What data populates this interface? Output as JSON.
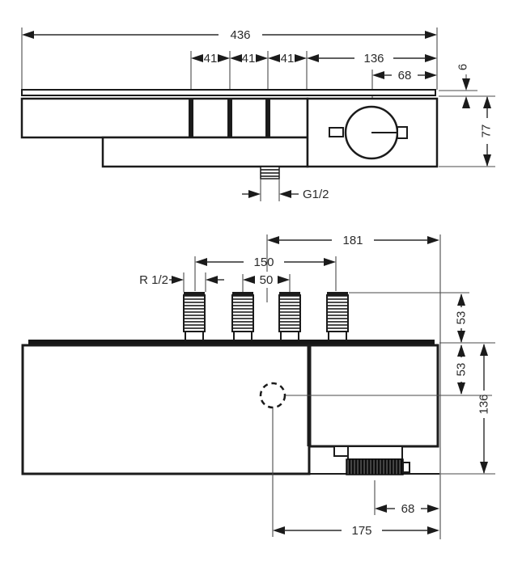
{
  "colors": {
    "ink": "#1b1b1b"
  },
  "top_view": {
    "dims": {
      "overall_width": "436",
      "spacing_a": "41",
      "spacing_b": "41",
      "spacing_c": "41",
      "right_section": "136",
      "knob_center": "68",
      "plate_thickness": "6",
      "depth": "77",
      "outlet_thread": "G1/2"
    }
  },
  "bottom_view": {
    "dims": {
      "center_to_edge": "181",
      "pipe_span": "150",
      "pipe_pitch": "50",
      "pipe_thread": "R 1/2",
      "pipe_height": "53",
      "top_to_outlet": "53",
      "body_height": "136",
      "knob_to_edge": "68",
      "outlet_to_edge": "175"
    }
  }
}
